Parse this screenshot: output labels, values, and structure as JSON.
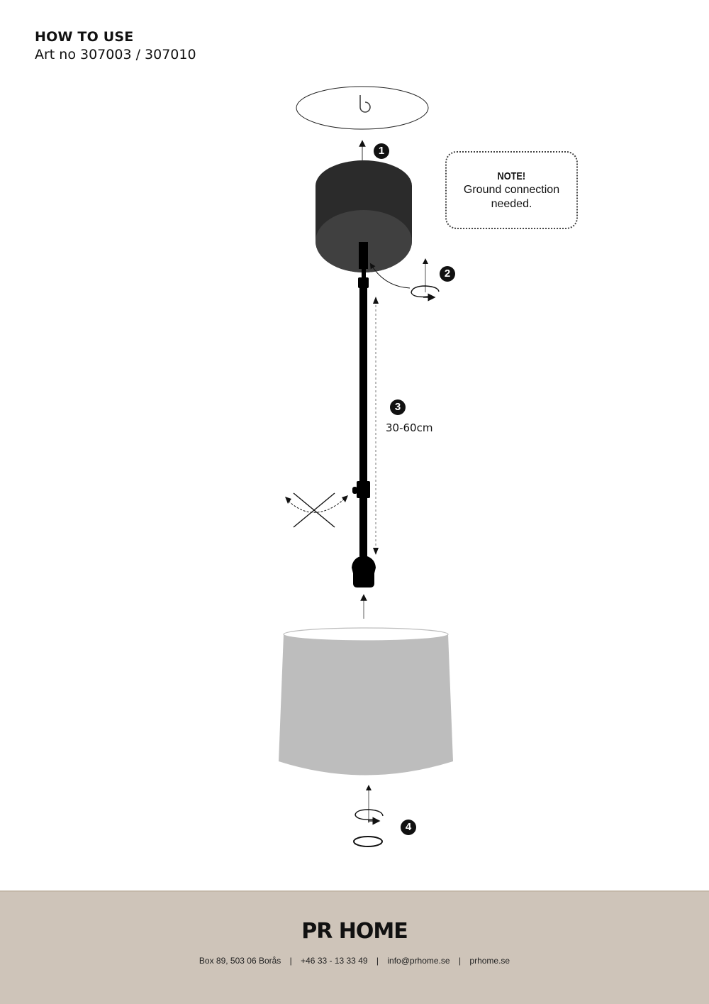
{
  "header": {
    "title": "HOW TO USE",
    "article_numbers": "Art no 307003 / 307010"
  },
  "note": {
    "title": "NOTE!",
    "text": "Ground connection needed."
  },
  "steps": [
    {
      "number": "1",
      "description": "hang-canopy-on-ceiling-hook"
    },
    {
      "number": "2",
      "description": "twist-to-lock-cord-in-canopy"
    },
    {
      "number": "3",
      "description": "adjust-length",
      "measurement": "30-60cm"
    },
    {
      "number": "4",
      "description": "attach-shade-and-screw-ring"
    }
  ],
  "colors": {
    "canopy_top": "#2b2b2b",
    "canopy_bottom": "#404040",
    "shade": "#bdbdbd",
    "footer_bg": "#cec4b9",
    "badge": "#111111"
  },
  "footer": {
    "logo_left": "PR",
    "logo_right": "HOME",
    "address": "Box 89, 503 06 Borås",
    "phone": "+46 33 - 13 33 49",
    "email": "info@prhome.se",
    "website": "prhome.se",
    "separator": "|"
  }
}
